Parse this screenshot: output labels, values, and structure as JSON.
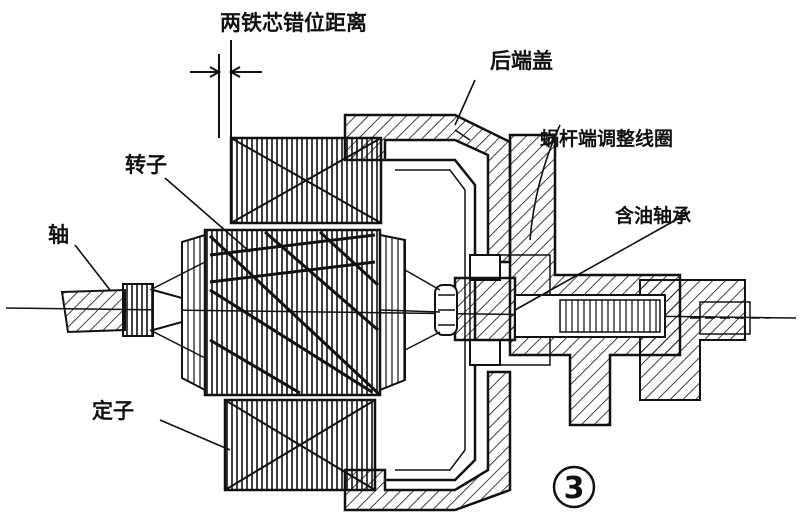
{
  "labels": {
    "core_offset": "两铁芯错位距离",
    "rear_cover": "后端盖",
    "worm_adjust_coil": "蜗杆端调整线圈",
    "oil_bearing": "含油轴承",
    "rotor": "转子",
    "shaft": "轴",
    "stator": "定子"
  },
  "figure_number": "3",
  "colors": {
    "ink": "#111111",
    "paper": "#ffffff"
  }
}
